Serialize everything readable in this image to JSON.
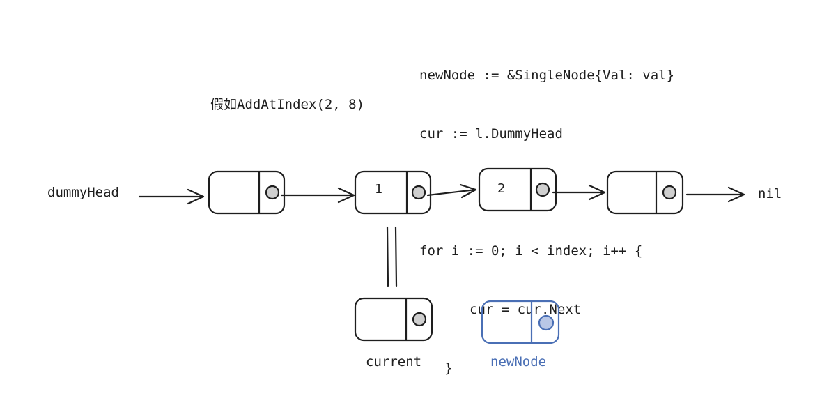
{
  "code_lines": [
    "newNode := &SingleNode{Val: val}",
    "cur := l.DummyHead",
    "",
    "for i := 0; i < index; i++ {",
    "cur = cur.Next",
    "}"
  ],
  "example_call": "假如AddAtIndex(2, 8)",
  "labels": {
    "dummy_head": "dummyHead",
    "nil": "nil",
    "current": "current",
    "new_node": "newNode"
  },
  "nodes": [
    {
      "value": ""
    },
    {
      "value": "1"
    },
    {
      "value": "2"
    },
    {
      "value": ""
    }
  ],
  "colors": {
    "stroke": "#1e1e1e",
    "pointer_fill": "#cfcfcf",
    "new_node_stroke": "#4a6fb5",
    "new_node_pointer": "#b9c7e6"
  }
}
